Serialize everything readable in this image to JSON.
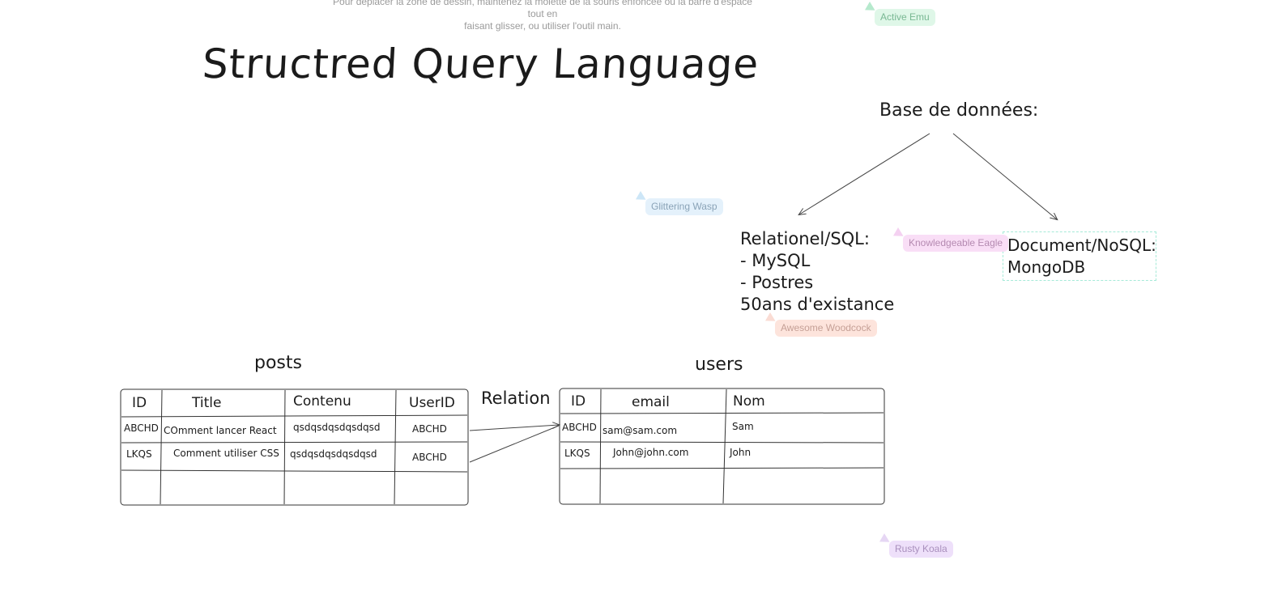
{
  "hint": {
    "line1": "Pour déplacer la zone de dessin, maintenez la molette de la souris enfoncée ou la barre d'espace tout en",
    "line2": "faisant glisser, ou utiliser l'outil main."
  },
  "canvas": {
    "title": "Structred Query Language",
    "base_label": "Base de données:",
    "relational": {
      "lines": [
        "Relationel/SQL:",
        "- MySQL",
        "- Postres",
        "50ans d'existance"
      ]
    },
    "document": {
      "lines": [
        "Document/NoSQL:",
        "MongoDB"
      ]
    },
    "relation_label": "Relation"
  },
  "posts_table": {
    "caption": "posts",
    "columns": [
      "ID",
      "Title",
      "Contenu",
      "UserID"
    ],
    "rows": [
      [
        "ABCHD",
        "COmment lancer React",
        "qsdqsdqsdqsdqsd",
        "ABCHD"
      ],
      [
        "LKQS",
        "Comment utiliser CSS",
        "qsdqsdqsdqsdqsd",
        "ABCHD"
      ]
    ]
  },
  "users_table": {
    "caption": "users",
    "columns": [
      "ID",
      "email",
      "Nom"
    ],
    "rows": [
      [
        "ABCHD",
        "sam@sam.com",
        "Sam"
      ],
      [
        "LKQS",
        "John@john.com",
        "John"
      ]
    ]
  },
  "collaborators": [
    {
      "name": "Active Emu",
      "color": "#2fbf71",
      "bg": "#dff7e8",
      "text": "#79b893"
    },
    {
      "name": "Glittering Wasp",
      "color": "#6fb6e8",
      "bg": "#e4f1fb",
      "text": "#8aa3b7"
    },
    {
      "name": "Knowledgeable Eagle",
      "color": "#e07ad8",
      "bg": "#f9def6",
      "text": "#b58ab1"
    },
    {
      "name": "Awesome Woodcock",
      "color": "#f29c84",
      "bg": "#fde4dc",
      "text": "#c5a096"
    },
    {
      "name": "Rusty Koala",
      "color": "#b68be0",
      "bg": "#eee0fa",
      "text": "#a98fbd"
    }
  ]
}
